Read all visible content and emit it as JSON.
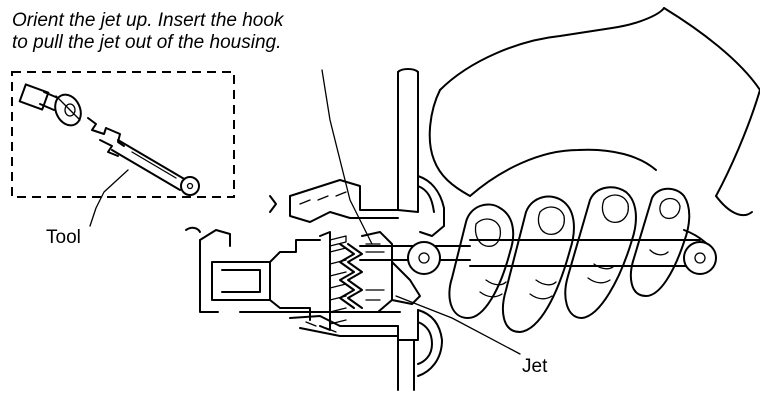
{
  "caption": {
    "line1": "Orient the jet up. Insert the hook",
    "line2": "to pull the jet out of the housing."
  },
  "labels": {
    "tool": "Tool",
    "jet": "Jet"
  }
}
